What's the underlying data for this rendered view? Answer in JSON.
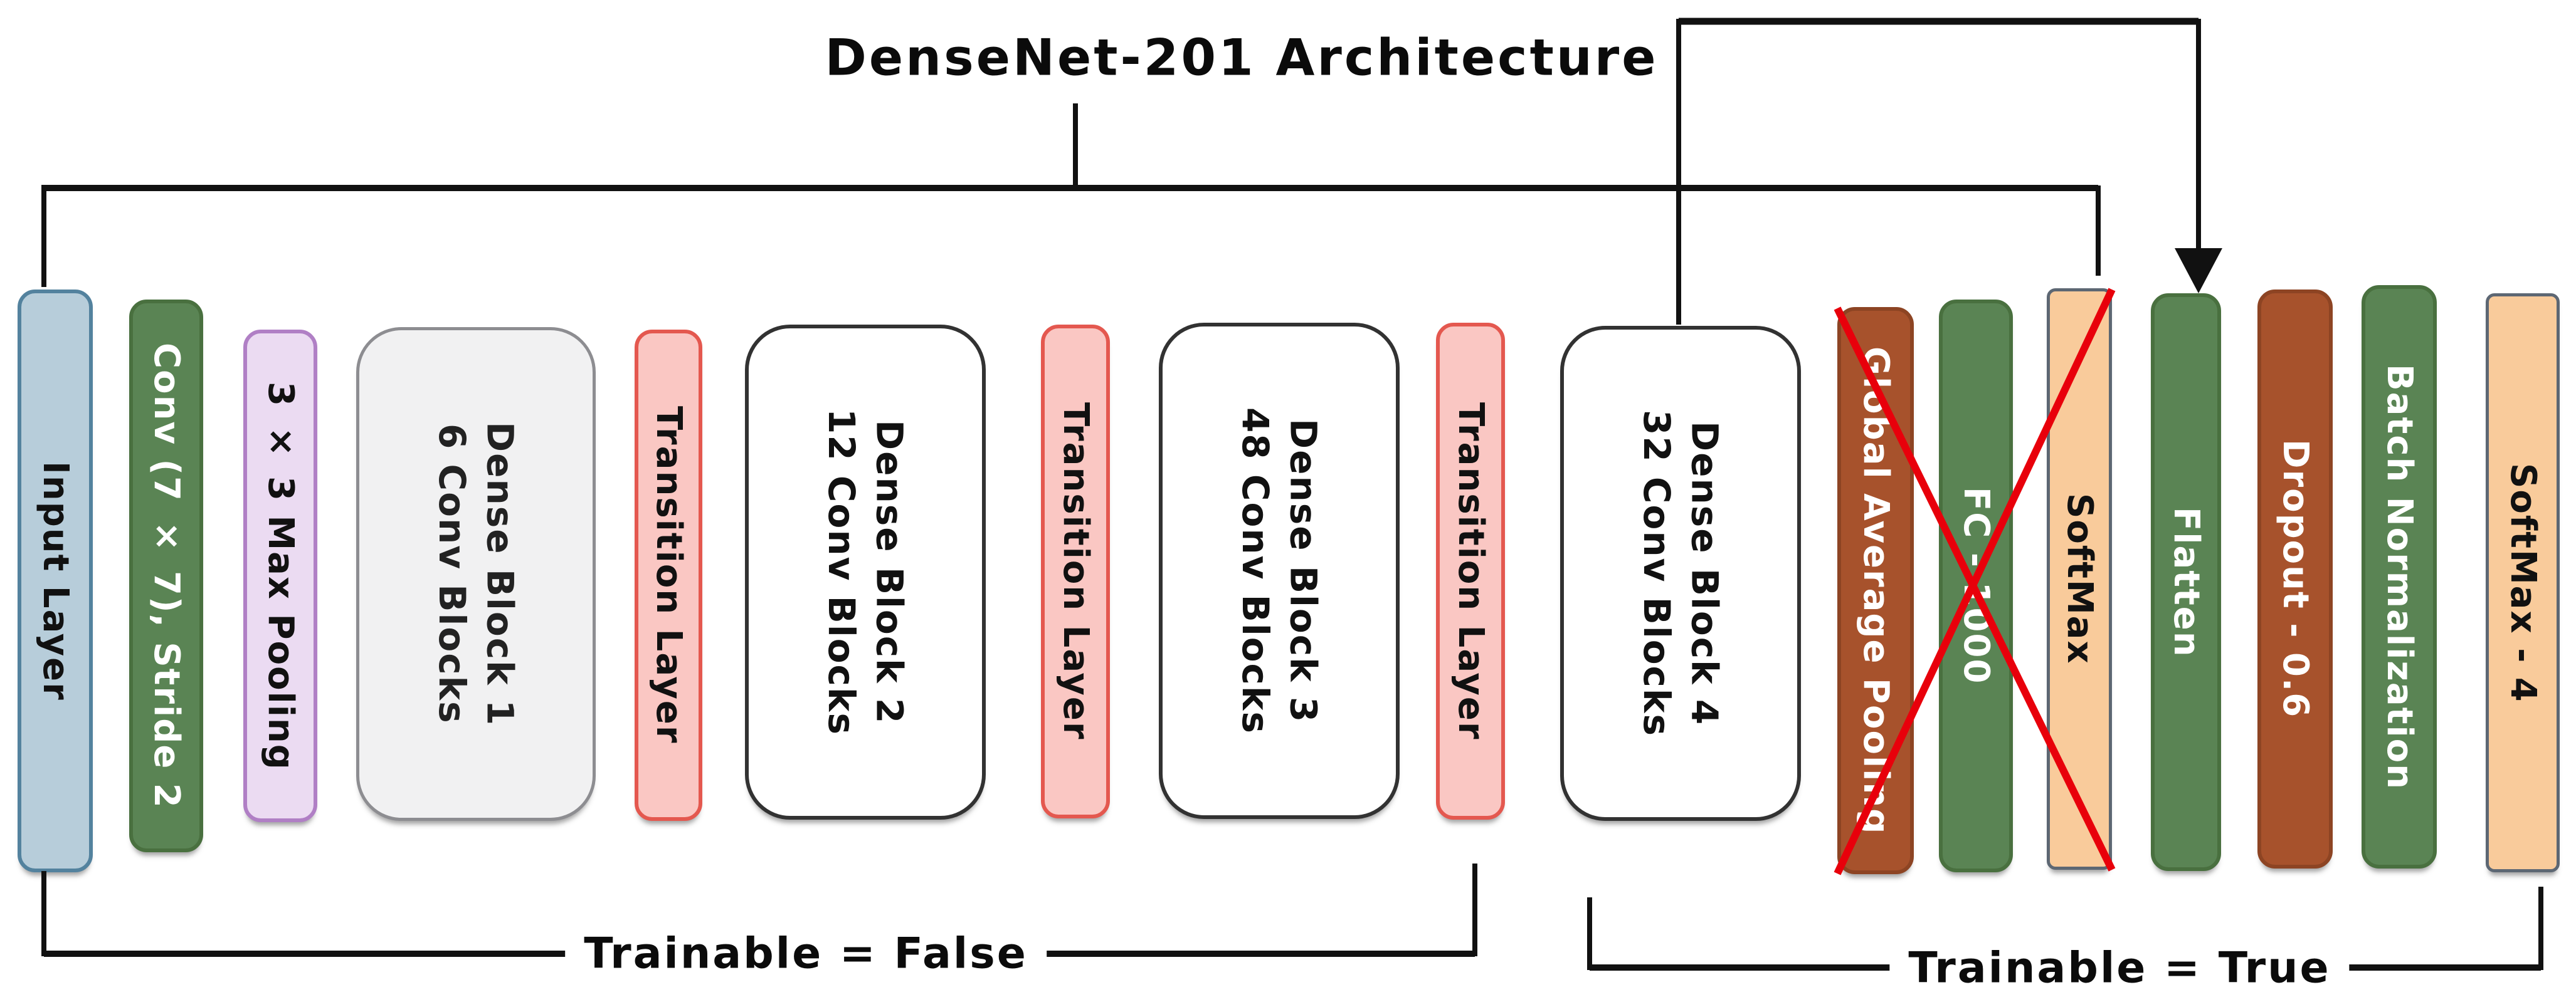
{
  "title": "DenseNet-201 Architecture",
  "brackets": {
    "false_label": "Trainable = False",
    "true_label": "Trainable = True"
  },
  "layers": [
    {
      "label": "Input Layer"
    },
    {
      "label": "Conv (7 × 7), Stride 2"
    },
    {
      "label": "3 × 3 Max Pooling"
    },
    {
      "label_line1": "Dense Block 1",
      "label_line2": "6 Conv Blocks"
    },
    {
      "label": "Transition Layer"
    },
    {
      "label_line1": "Dense Block 2",
      "label_line2": "12 Conv Blocks"
    },
    {
      "label": "Transition Layer"
    },
    {
      "label_line1": "Dense Block 3",
      "label_line2": "48 Conv Blocks"
    },
    {
      "label": "Transition Layer"
    },
    {
      "label_line1": "Dense Block 4",
      "label_line2": "32 Conv Blocks"
    },
    {
      "label": "Global Average Pooling",
      "crossed_out": true
    },
    {
      "label": "FC - 1000",
      "crossed_out": true
    },
    {
      "label": "SoftMax",
      "crossed_out": true
    },
    {
      "label": "Flatten"
    },
    {
      "label": "Dropout - 0.6"
    },
    {
      "label": "Batch Normalization"
    },
    {
      "label": "SoftMax - 4"
    }
  ],
  "colors": {
    "input_blue": "#b7cdda",
    "conv_green": "#5a8454",
    "maxpool_lavender": "#ebdbf2",
    "dense_block_gray": "#f1f1f2",
    "dense_block_white": "#ffffff",
    "transition_pink": "#fac7c3",
    "pooling_sienna": "#a7522c",
    "softmax_peach": "#f9cb9b",
    "cross_out_red": "#e8000b",
    "wire_black": "#111111"
  }
}
